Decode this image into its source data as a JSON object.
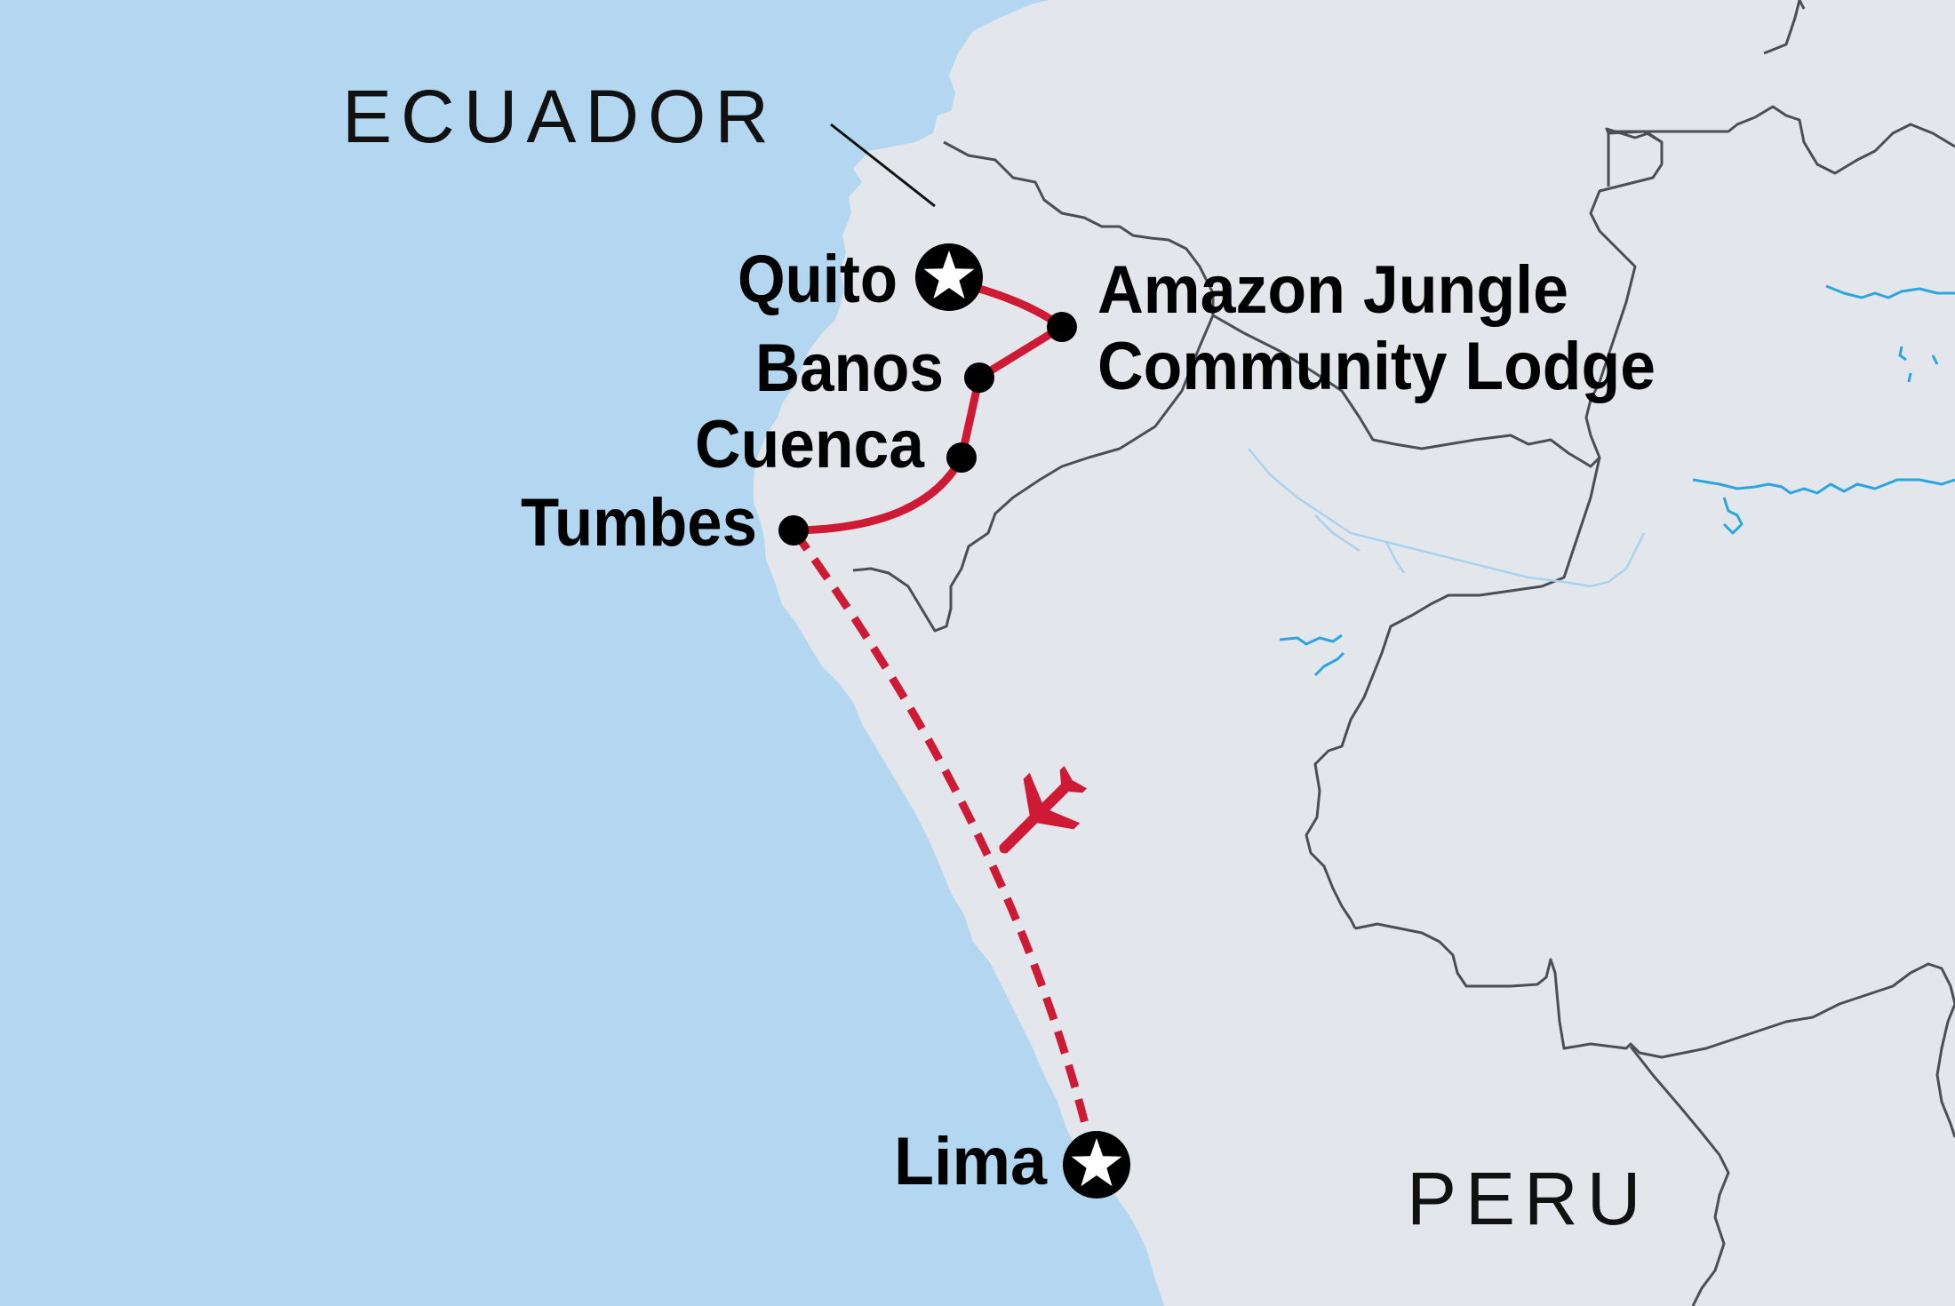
{
  "colors": {
    "ocean": "#b3d7f1",
    "land": "#e3e7ec",
    "border": "#4a4f55",
    "route": "#cf1a35",
    "river": "#2aa5e0",
    "marker": "#000000",
    "text": "#000000"
  },
  "countries": {
    "ecuador": "ECUADOR",
    "peru": "PERU"
  },
  "places": {
    "quito": "Quito",
    "amazon_line1": "Amazon Jungle",
    "amazon_line2": "Community Lodge",
    "banos": "Banos",
    "cuenca": "Cuenca",
    "tumbes": "Tumbes",
    "lima": "Lima"
  },
  "icons": {
    "start_end": "star-marker-icon",
    "stop": "dot-marker-icon",
    "flight": "airplane-icon"
  },
  "route": {
    "overland_stops": [
      "Quito",
      "Amazon Jungle Community Lodge",
      "Banos",
      "Cuenca",
      "Tumbes"
    ],
    "flight_stops": [
      "Tumbes",
      "Lima"
    ]
  }
}
